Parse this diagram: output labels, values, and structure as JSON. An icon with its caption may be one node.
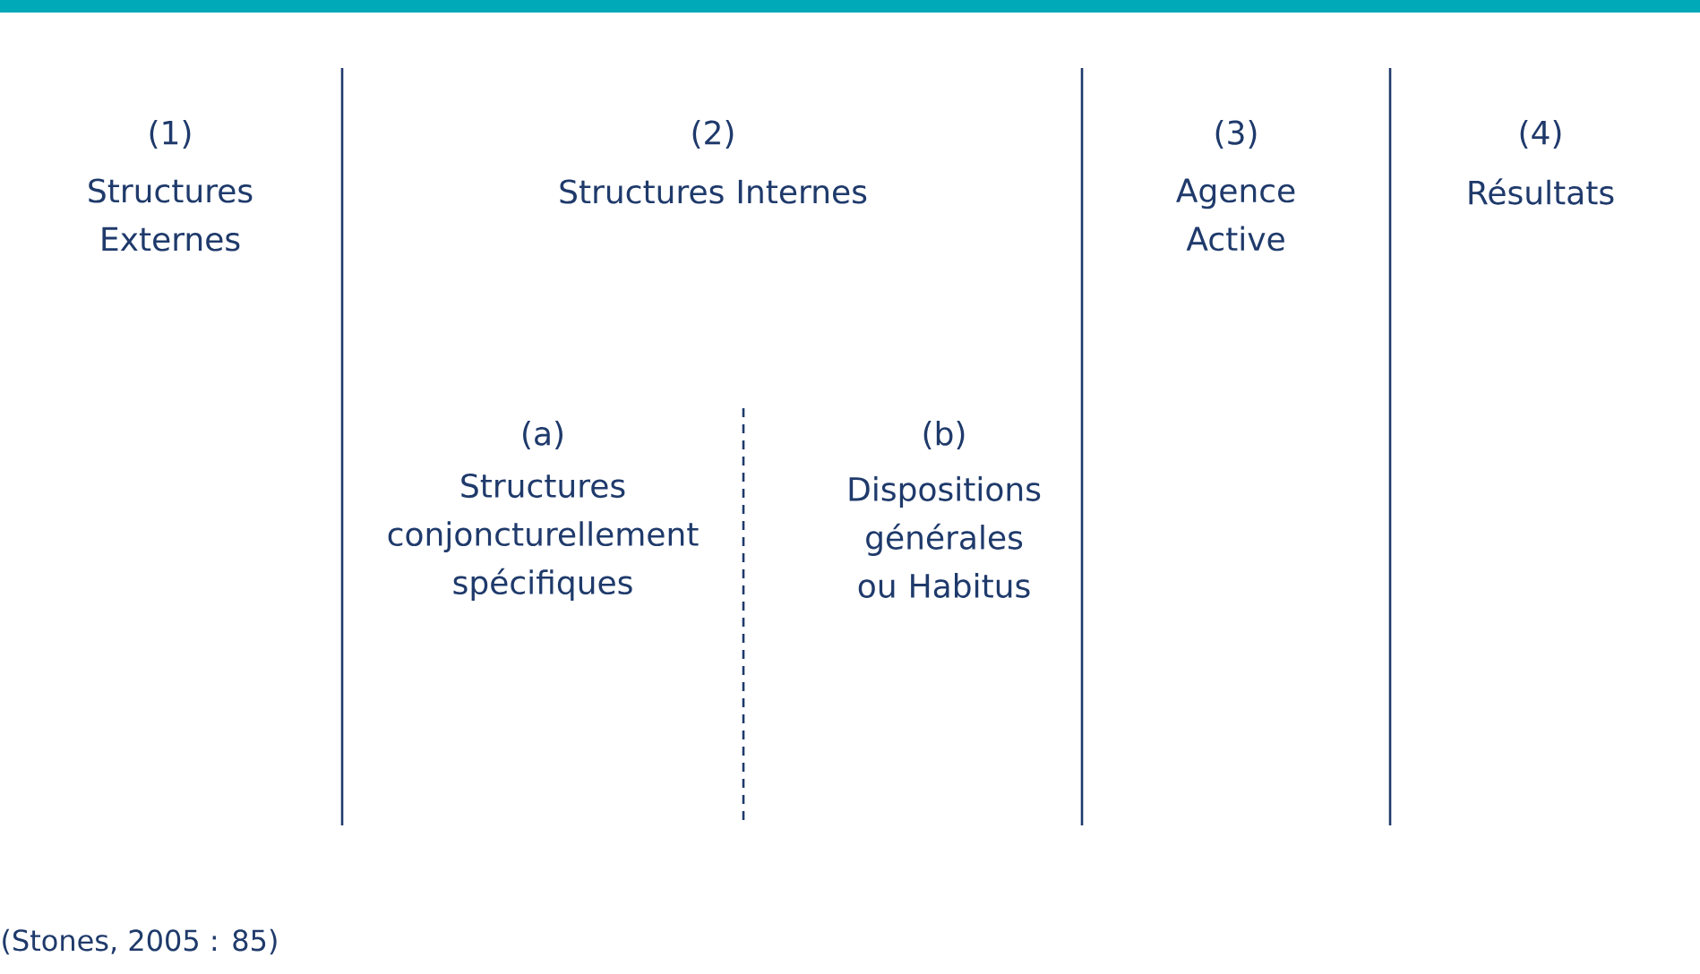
{
  "diagram": {
    "caption": "(Stones, 2005 : 85)",
    "labels": [
      "(1)",
      "Structures Externes",
      "(2)",
      "Structures Internes",
      "(3)",
      "Agence Active",
      "(4)",
      "Résultats",
      "(a)",
      "Structures conjoncturellement spécifiques",
      "(b)",
      "Dispositions générales ou Habitus"
    ]
  }
}
